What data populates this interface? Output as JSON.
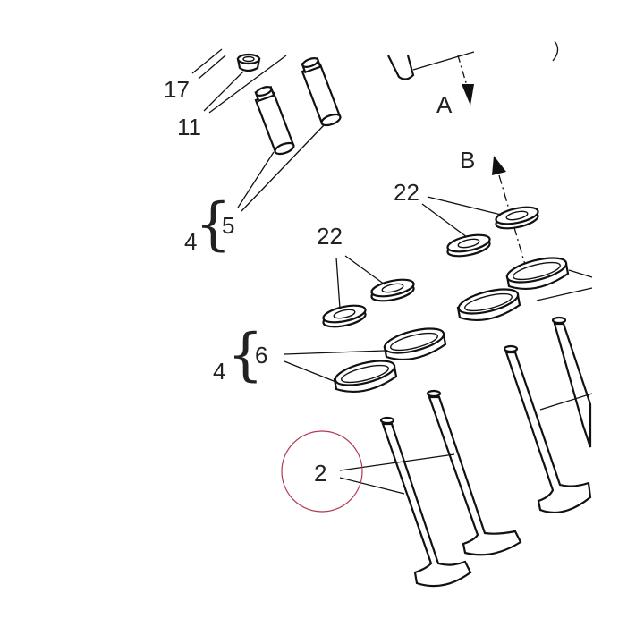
{
  "callouts": {
    "c17": "17",
    "c11": "11",
    "c5": "5",
    "c4_top": "4",
    "cA": "A",
    "cB": "B",
    "c22_right": "22",
    "c22_left": "22",
    "c6": "6",
    "c4_bottom": "4",
    "c2": "2"
  },
  "colors": {
    "line": "#111111",
    "text": "#222222",
    "highlight_circle": "#b03a52"
  }
}
